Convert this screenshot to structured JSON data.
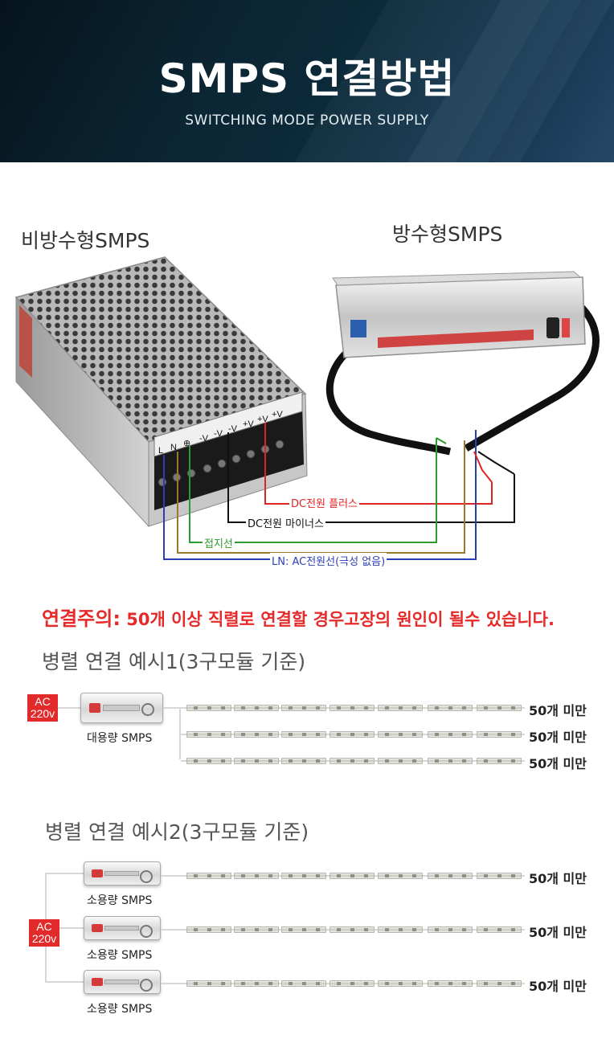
{
  "banner": {
    "title": "SMPS 연결방법",
    "subtitle": "SWITCHING MODE POWER SUPPLY"
  },
  "diagram": {
    "non_waterproof_label": "비방수형SMPS",
    "waterproof_label": "방수형SMPS",
    "terminal_labels": [
      "L",
      "N",
      "⊕",
      "-V",
      "-V",
      "-V",
      "+V",
      "+V",
      "+V"
    ],
    "wires": [
      {
        "label": "DC전원 플러스",
        "color": "#e02424"
      },
      {
        "label": "DC전원 마이너스",
        "color": "#111111"
      },
      {
        "label": "접지선",
        "color": "#2e9a2e"
      },
      {
        "label": "LN: AC전원선(극성 없음)",
        "color": "#2a3fb5",
        "brown": "#9a7a2a"
      }
    ]
  },
  "caution": {
    "lead": "연결주의:",
    "text": " 50개 이상 직렬로 연결할 경우고장의 원인이 될수 있습니다."
  },
  "example1": {
    "title": "병렬 연결 예시1(3구모듈 기준)",
    "ac_label": "AC 220v",
    "smps_label": "대용량 SMPS",
    "rows": [
      {
        "count": "50개 미만"
      },
      {
        "count": "50개 미만"
      },
      {
        "count": "50개 미만"
      }
    ]
  },
  "example2": {
    "title": "병렬 연결 예시2(3구모듈 기준)",
    "ac_label": "AC 220v",
    "rows": [
      {
        "smps_label": "소용량 SMPS",
        "count": "50개 미만"
      },
      {
        "smps_label": "소용량 SMPS",
        "count": "50개 미만"
      },
      {
        "smps_label": "소용량 SMPS",
        "count": "50개 미만"
      }
    ]
  },
  "colors": {
    "banner_dark": "#0b2533",
    "caution_red": "#e62a2a",
    "ac_box": "#e22a2a"
  }
}
